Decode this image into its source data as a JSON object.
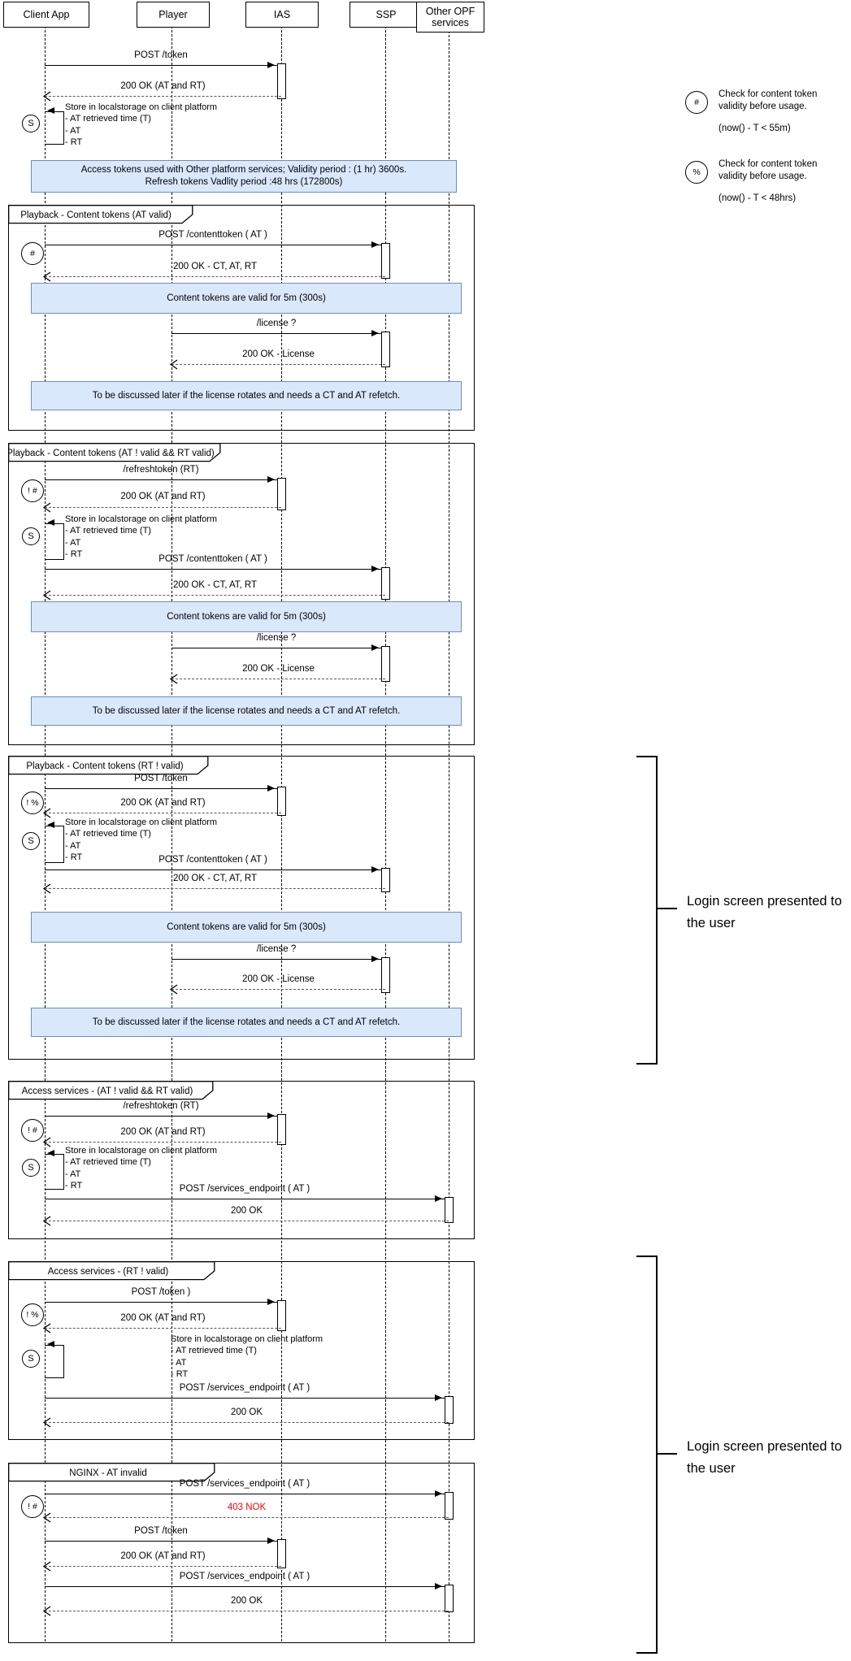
{
  "actors": [
    {
      "name": "Client App"
    },
    {
      "name": "Player"
    },
    {
      "name": "IAS"
    },
    {
      "name": "SSP"
    },
    {
      "name": "Other OPF services"
    }
  ],
  "legend": {
    "items": [
      {
        "symbol": "#",
        "text": "Check for content token validity before usage.",
        "condition": "(now() - T < 55m)"
      },
      {
        "symbol": "%",
        "text": "Check for content token validity before usage.",
        "condition": "(now() - T < 48hrs)"
      }
    ]
  },
  "intro": {
    "m1": "POST /token",
    "m2": "200 OK (AT and RT)",
    "note": "Access tokens used with Other platform services; Validity period : (1 hr) 3600s.\nRefresh tokens Vadlity period :48 hrs (172800s)"
  },
  "store_note": {
    "marker": "S",
    "title": "Store in localstorage on client platform",
    "line1": "- AT retrieved time (T)",
    "line2": "- AT",
    "line3": "- RT"
  },
  "frames": [
    {
      "title": "Playback - Content tokens (AT valid)",
      "marker": "#",
      "m1": "POST /contenttoken ( AT )",
      "m2": "200 OK - CT, AT, RT",
      "note1": "Content tokens are valid for 5m (300s)",
      "m3": "/license ?",
      "m4": "200 OK - License",
      "note2": "To be discussed later if the license rotates and needs a CT and AT refetch."
    },
    {
      "title": "Playback - Content tokens (AT ! valid && RT valid)",
      "marker": "! #",
      "m1": "/refreshtoken (RT)",
      "m2": "200 OK (AT and RT)",
      "m3": "POST /contenttoken ( AT )",
      "m4": "200 OK - CT, AT, RT",
      "note1": "Content tokens are valid for 5m (300s)",
      "m5": "/license ?",
      "m6": "200 OK - License",
      "note2": "To be discussed later if the license rotates and needs a CT and AT refetch."
    },
    {
      "title": "Playback - Content tokens (RT ! valid)",
      "marker": "! %",
      "m1": "POST /token",
      "m2": "200 OK (AT and RT)",
      "m3": "POST /contenttoken ( AT )",
      "m4": "200 OK - CT, AT, RT",
      "note1": "Content tokens are valid for 5m (300s)",
      "m5": "/license ?",
      "m6": "200 OK - License",
      "note2": "To be discussed later if the license rotates and needs a CT and AT refetch."
    },
    {
      "title": "Access services - (AT ! valid && RT valid)",
      "marker": "! #",
      "m1": "/refreshtoken (RT)",
      "m2": "200 OK (AT and RT)",
      "m3": "POST /services_endpoint ( AT )",
      "m4": "200 OK"
    },
    {
      "title": "Access services - (RT ! valid)",
      "marker": "! %",
      "m1": "POST /token )",
      "m2": "200 OK (AT and RT)",
      "m3": "POST /services_endpoint ( AT )",
      "m4": "200 OK"
    },
    {
      "title": "NGINX - AT invalid",
      "marker": "! #",
      "m1": "POST /services_endpoint ( AT )",
      "m2": "403 NOK",
      "m3": "POST /token",
      "m4": "200 OK (AT and RT)",
      "m5": "POST /services_endpoint ( AT )",
      "m6": "200 OK"
    }
  ],
  "brackets": [
    {
      "label": "Login screen presented to the user"
    },
    {
      "label": "Login screen presented to the user"
    }
  ],
  "colors": {
    "note_fill": "#dae8fc",
    "note_border": "#6c8ebf",
    "error_text": "#ff0000"
  }
}
